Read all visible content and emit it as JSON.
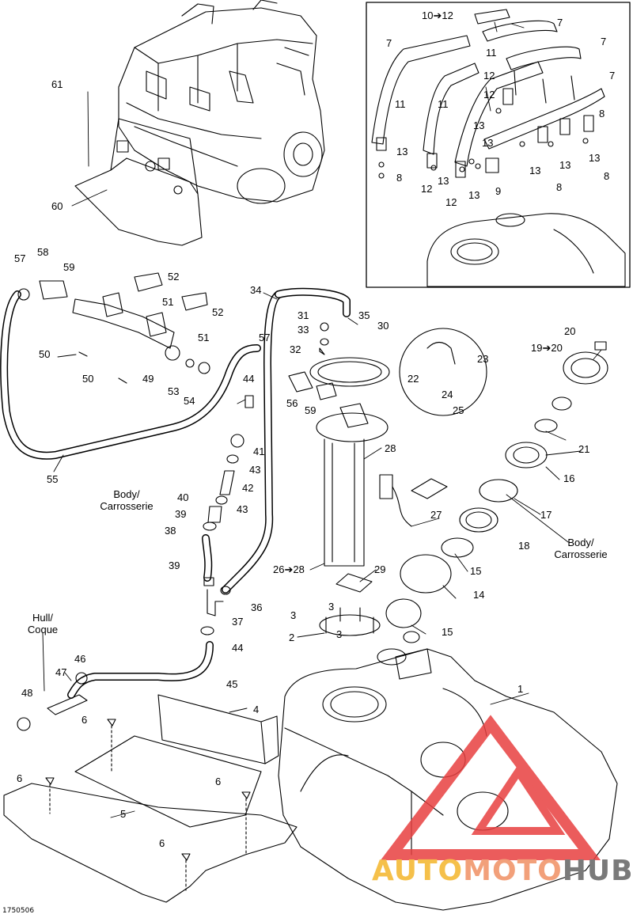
{
  "callouts": [
    "1",
    "2",
    "3",
    "3",
    "3",
    "4",
    "5",
    "6",
    "6",
    "6",
    "6",
    "7",
    "7",
    "7",
    "7",
    "8",
    "8",
    "8",
    "8",
    "9",
    "10➔12",
    "11",
    "11",
    "11",
    "12",
    "12",
    "12",
    "12",
    "13",
    "13",
    "13",
    "13",
    "13",
    "13",
    "13",
    "13",
    "14",
    "15",
    "15",
    "16",
    "17",
    "18",
    "19➔20",
    "20",
    "21",
    "22",
    "23",
    "24",
    "25",
    "26➔28",
    "27",
    "28",
    "29",
    "30",
    "31",
    "32",
    "33",
    "34",
    "35",
    "36",
    "37",
    "38",
    "39",
    "39",
    "40",
    "41",
    "42",
    "43",
    "43",
    "44",
    "44",
    "45",
    "46",
    "47",
    "48",
    "49",
    "50",
    "50",
    "51",
    "51",
    "52",
    "52",
    "53",
    "54",
    "55",
    "56",
    "57",
    "57",
    "58",
    "59",
    "59",
    "60",
    "61"
  ],
  "notes": {
    "body_left": [
      "Body/",
      "Carrosserie"
    ],
    "body_right": [
      "Body/",
      "Carrosserie"
    ],
    "hull": [
      "Hull/",
      "Coque"
    ]
  },
  "figure_code": "1750506",
  "watermark": {
    "part1": "AUTO",
    "part2": "MOTO",
    "part3": "HUB",
    "colors": {
      "auto": "#f5c04a",
      "moto": "#f2a07a",
      "hub": "#7a7a7a",
      "logo": "#e84040"
    }
  },
  "icons": [
    "engine-drawing",
    "fuel-tank-drawing",
    "fuel-pump-drawing",
    "fuel-cap-drawing",
    "strap-drawing",
    "hose-drawing",
    "injector-drawing",
    "logo-triangle-icon"
  ]
}
